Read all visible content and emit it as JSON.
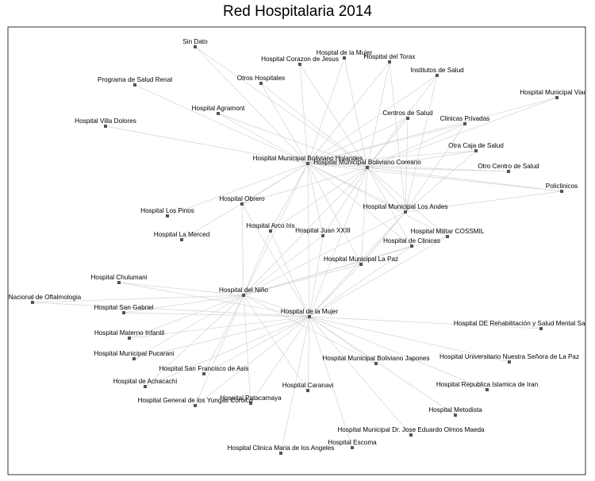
{
  "title": "Red Hospitalaria 2014",
  "colors": {
    "edge": "#d4d4d4",
    "node": "#555555",
    "frame": "#000000"
  },
  "nodes": [
    {
      "id": "sin_dato",
      "label": "Sin Dato"
    },
    {
      "id": "h_mujer_top",
      "label": "Hosptal de la Mujer"
    },
    {
      "id": "torax",
      "label": "Hospital del Torax"
    },
    {
      "id": "corazon",
      "label": "Hospital Corazon de Jesus"
    },
    {
      "id": "institutos",
      "label": "Institutos de Salud"
    },
    {
      "id": "renal",
      "label": "Programa de Salud Renal"
    },
    {
      "id": "otros",
      "label": "Otros Hospitales"
    },
    {
      "id": "viacha",
      "label": "Hospital Municipal Viacha"
    },
    {
      "id": "agramont",
      "label": "Hospital Agramont"
    },
    {
      "id": "centros",
      "label": "Centros de Salud"
    },
    {
      "id": "clinicas_priv",
      "label": "Clinicas Privadas"
    },
    {
      "id": "villa_dolores",
      "label": "Hospital Villa Dolores"
    },
    {
      "id": "otra_caja",
      "label": "Otra Caja de Salud"
    },
    {
      "id": "holandes",
      "label": "Hospital Municipal Boliviano Holandes"
    },
    {
      "id": "coreano",
      "label": "Hospital Municipal Boliviano Coreano"
    },
    {
      "id": "otro_centro",
      "label": "Otro Centro de Salud"
    },
    {
      "id": "policlinicos",
      "label": "Policlinicos"
    },
    {
      "id": "obrero",
      "label": "Hospital Obrero"
    },
    {
      "id": "los_andes",
      "label": "Hospital Municipal Los Andes"
    },
    {
      "id": "los_pinos",
      "label": "Hospital Los Pinos"
    },
    {
      "id": "arco_iris",
      "label": "Hospital Arco Iris"
    },
    {
      "id": "juan23",
      "label": "Hospital Juan XXIII"
    },
    {
      "id": "cossmil",
      "label": "Hospital Militar COSSMIL"
    },
    {
      "id": "merced",
      "label": "Hospital La Merced"
    },
    {
      "id": "h_clinicas",
      "label": "Hospital de Clinicas"
    },
    {
      "id": "la_paz",
      "label": "Hospital Municipal La Paz"
    },
    {
      "id": "chulumani",
      "label": "Hospital Chulumani"
    },
    {
      "id": "nino",
      "label": "Hospital del Niño"
    },
    {
      "id": "oftalmologia",
      "label": "Instituto Nacional de Oftalmologia"
    },
    {
      "id": "san_gabriel",
      "label": "Hospital San Gabriel"
    },
    {
      "id": "mujer",
      "label": "Hospital de la Mujer"
    },
    {
      "id": "rehab",
      "label": "Hospital DE Rehabilitación y Salud Mental San Juan de Dios"
    },
    {
      "id": "materno",
      "label": "Hospital Materno Infantil"
    },
    {
      "id": "pucarani",
      "label": "Hospital Municipal Pucarani"
    },
    {
      "id": "univ_nsp",
      "label": "Hospital Universitario Nuestra Señora  de La Paz"
    },
    {
      "id": "japones",
      "label": "Hospital Municipal Boliviano Japones"
    },
    {
      "id": "san_francisco",
      "label": "Hospital San Francisco de Asis"
    },
    {
      "id": "achacachi",
      "label": "Hospital de Achacachi"
    },
    {
      "id": "iran",
      "label": "Hospital Republica Islamica de Iran"
    },
    {
      "id": "caranavi",
      "label": "Hospital Caranavi"
    },
    {
      "id": "patacamaya",
      "label": "Hospital Patacamaya"
    },
    {
      "id": "yungas",
      "label": "Hospital General de los Yungas Coroico"
    },
    {
      "id": "metodista",
      "label": "Hospital Metodista"
    },
    {
      "id": "olmos",
      "label": "Hospital Municipal Dr. Jose Eduardo Olmos Maeda"
    },
    {
      "id": "escoma",
      "label": "Hospital Escoma"
    },
    {
      "id": "maria_angeles",
      "label": "Hospital Clinica Maria de los Angeles"
    }
  ],
  "edges": [
    [
      "holandes",
      "sin_dato"
    ],
    [
      "holandes",
      "h_mujer_top"
    ],
    [
      "holandes",
      "corazon"
    ],
    [
      "holandes",
      "torax"
    ],
    [
      "holandes",
      "institutos"
    ],
    [
      "holandes",
      "renal"
    ],
    [
      "holandes",
      "otros"
    ],
    [
      "holandes",
      "agramont"
    ],
    [
      "holandes",
      "villa_dolores"
    ],
    [
      "holandes",
      "centros"
    ],
    [
      "holandes",
      "clinicas_priv"
    ],
    [
      "holandes",
      "otra_caja"
    ],
    [
      "holandes",
      "otro_centro"
    ],
    [
      "holandes",
      "coreano"
    ],
    [
      "holandes",
      "los_andes"
    ],
    [
      "holandes",
      "obrero"
    ],
    [
      "holandes",
      "arco_iris"
    ],
    [
      "holandes",
      "juan23"
    ],
    [
      "holandes",
      "cossmil"
    ],
    [
      "holandes",
      "h_clinicas"
    ],
    [
      "holandes",
      "la_paz"
    ],
    [
      "holandes",
      "nino"
    ],
    [
      "holandes",
      "mujer"
    ],
    [
      "holandes",
      "merced"
    ],
    [
      "holandes",
      "los_pinos"
    ],
    [
      "holandes",
      "policlinicos"
    ],
    [
      "holandes",
      "viacha"
    ],
    [
      "coreano",
      "sin_dato"
    ],
    [
      "coreano",
      "h_mujer_top"
    ],
    [
      "coreano",
      "corazon"
    ],
    [
      "coreano",
      "torax"
    ],
    [
      "coreano",
      "institutos"
    ],
    [
      "coreano",
      "otros"
    ],
    [
      "coreano",
      "agramont"
    ],
    [
      "coreano",
      "centros"
    ],
    [
      "coreano",
      "clinicas_priv"
    ],
    [
      "coreano",
      "viacha"
    ],
    [
      "coreano",
      "otra_caja"
    ],
    [
      "coreano",
      "otro_centro"
    ],
    [
      "coreano",
      "policlinicos"
    ],
    [
      "coreano",
      "los_andes"
    ],
    [
      "coreano",
      "obrero"
    ],
    [
      "coreano",
      "arco_iris"
    ],
    [
      "coreano",
      "juan23"
    ],
    [
      "coreano",
      "cossmil"
    ],
    [
      "coreano",
      "h_clinicas"
    ],
    [
      "coreano",
      "la_paz"
    ],
    [
      "coreano",
      "nino"
    ],
    [
      "coreano",
      "mujer"
    ],
    [
      "los_andes",
      "centros"
    ],
    [
      "los_andes",
      "clinicas_priv"
    ],
    [
      "los_andes",
      "otra_caja"
    ],
    [
      "los_andes",
      "policlinicos"
    ],
    [
      "los_andes",
      "torax"
    ],
    [
      "los_andes",
      "institutos"
    ],
    [
      "los_andes",
      "nino"
    ],
    [
      "los_andes",
      "mujer"
    ],
    [
      "los_andes",
      "la_paz"
    ],
    [
      "mujer",
      "nino"
    ],
    [
      "mujer",
      "la_paz"
    ],
    [
      "mujer",
      "h_clinicas"
    ],
    [
      "mujer",
      "cossmil"
    ],
    [
      "mujer",
      "juan23"
    ],
    [
      "mujer",
      "arco_iris"
    ],
    [
      "mujer",
      "obrero"
    ],
    [
      "mujer",
      "oftalmologia"
    ],
    [
      "mujer",
      "chulumani"
    ],
    [
      "mujer",
      "san_gabriel"
    ],
    [
      "mujer",
      "materno"
    ],
    [
      "mujer",
      "pucarani"
    ],
    [
      "mujer",
      "san_francisco"
    ],
    [
      "mujer",
      "achacachi"
    ],
    [
      "mujer",
      "yungas"
    ],
    [
      "mujer",
      "patacamaya"
    ],
    [
      "mujer",
      "caranavi"
    ],
    [
      "mujer",
      "maria_angeles"
    ],
    [
      "mujer",
      "escoma"
    ],
    [
      "mujer",
      "olmos"
    ],
    [
      "mujer",
      "metodista"
    ],
    [
      "mujer",
      "iran"
    ],
    [
      "mujer",
      "japones"
    ],
    [
      "mujer",
      "univ_nsp"
    ],
    [
      "mujer",
      "rehab"
    ],
    [
      "nino",
      "oftalmologia"
    ],
    [
      "nino",
      "chulumani"
    ],
    [
      "nino",
      "san_gabriel"
    ],
    [
      "nino",
      "materno"
    ],
    [
      "nino",
      "pucarani"
    ],
    [
      "nino",
      "san_francisco"
    ],
    [
      "nino",
      "achacachi"
    ],
    [
      "nino",
      "yungas"
    ],
    [
      "nino",
      "patacamaya"
    ],
    [
      "nino",
      "caranavi"
    ],
    [
      "nino",
      "japones"
    ],
    [
      "nino",
      "la_paz"
    ],
    [
      "nino",
      "h_clinicas"
    ],
    [
      "nino",
      "cossmil"
    ],
    [
      "nino",
      "juan23"
    ],
    [
      "nino",
      "arco_iris"
    ],
    [
      "nino",
      "obrero"
    ],
    [
      "la_paz",
      "los_andes"
    ]
  ]
}
